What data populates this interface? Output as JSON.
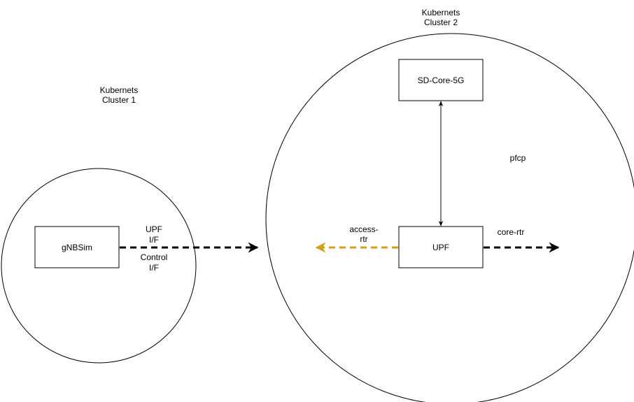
{
  "clusters": {
    "cluster1": {
      "line1": "Kubernets",
      "line2": "Cluster 1"
    },
    "cluster2": {
      "line1": "Kubernets",
      "line2": "Cluster 2"
    }
  },
  "nodes": {
    "gnbsim": {
      "label": "gNBSim"
    },
    "sdcore": {
      "label": "SD-Core-5G"
    },
    "upf": {
      "label": "UPF"
    }
  },
  "labels": {
    "upf_if_line1": "UPF",
    "upf_if_line2": "I/F",
    "control_if_line1": "Control",
    "control_if_line2": "I/F",
    "pfcp": "pfcp",
    "access_rtr_line1": "access-",
    "access_rtr_line2": "rtr",
    "core_rtr": "core-rtr"
  },
  "colors": {
    "stroke": "#000000",
    "access_arrow": "#d4a017",
    "background": "#ffffff"
  }
}
